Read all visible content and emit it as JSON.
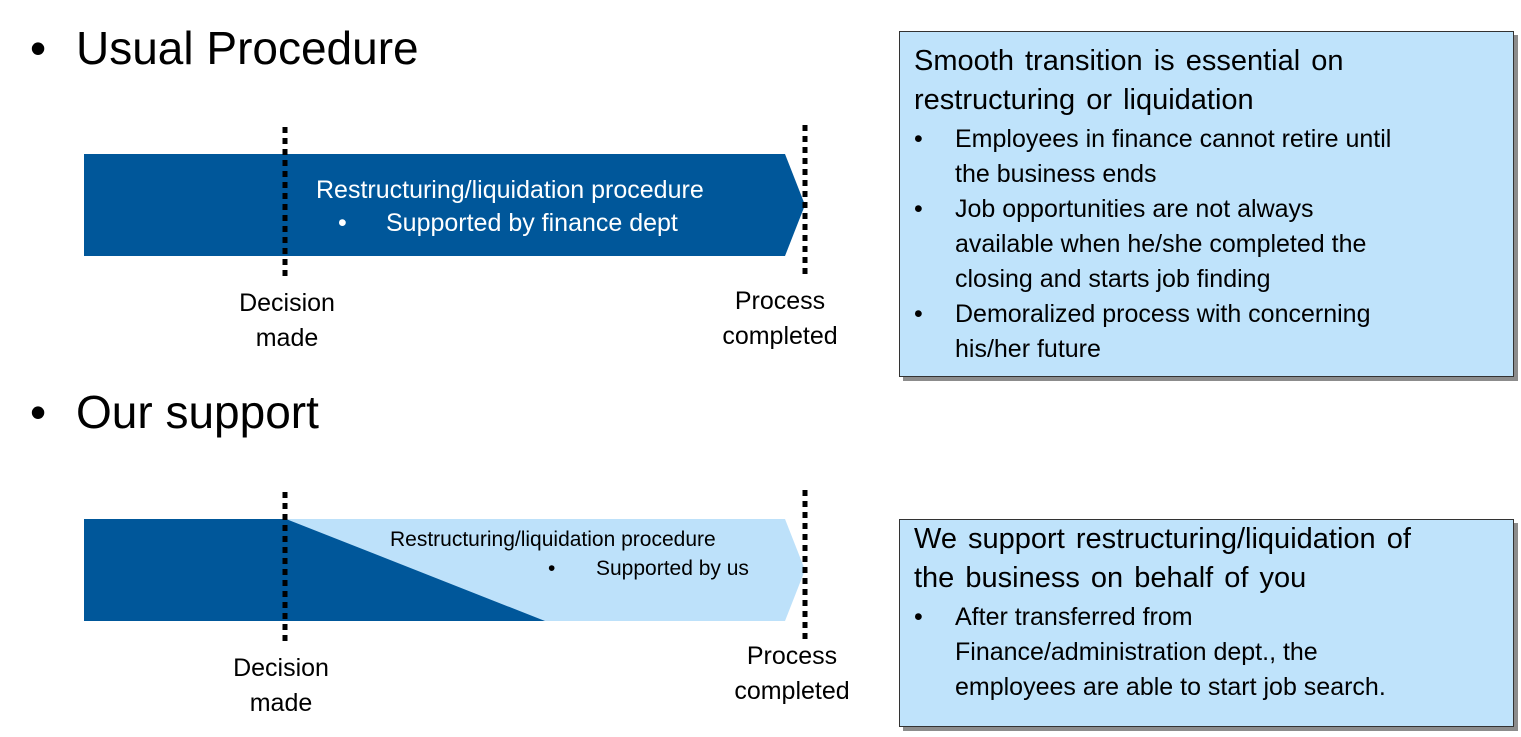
{
  "bullet_symbol": "•",
  "usual": {
    "heading": "Usual Procedure",
    "procedure_title": "Restructuring/liquidation procedure",
    "procedure_bullet": "Supported by finance dept",
    "decision_line1": "Decision",
    "decision_line2": "made",
    "completed_line1": "Process",
    "completed_line2": "completed",
    "note": {
      "title_line1": "Smooth transition is essential on",
      "title_line2": "restructuring or liquidation",
      "bullets": [
        {
          "line1": "Employees in finance cannot retire until",
          "line2": "the business ends"
        },
        {
          "line1": "Job opportunities are not always",
          "line2": "available when he/she completed the",
          "line3": "closing and starts job finding"
        },
        {
          "line1": "Demoralized process with concerning",
          "line2": "his/her future"
        }
      ]
    }
  },
  "support": {
    "heading": "Our support",
    "procedure_title": "Restructuring/liquidation procedure",
    "procedure_bullet": "Supported by us",
    "decision_line1": "Decision",
    "decision_line2": "made",
    "completed_line1": "Process",
    "completed_line2": "completed",
    "note": {
      "title_line1": "We support restructuring/liquidation of",
      "title_line2": "the business on behalf of you",
      "bullets": [
        {
          "line1": "After transferred from",
          "line2": "Finance/administration dept., the",
          "line3": "employees are able to start job search."
        }
      ]
    }
  },
  "colors": {
    "dark_blue": "#00579a",
    "light_blue": "#bfe3fb",
    "arrow_light": "#bde1fa",
    "shadow": "#8c8c8c"
  }
}
